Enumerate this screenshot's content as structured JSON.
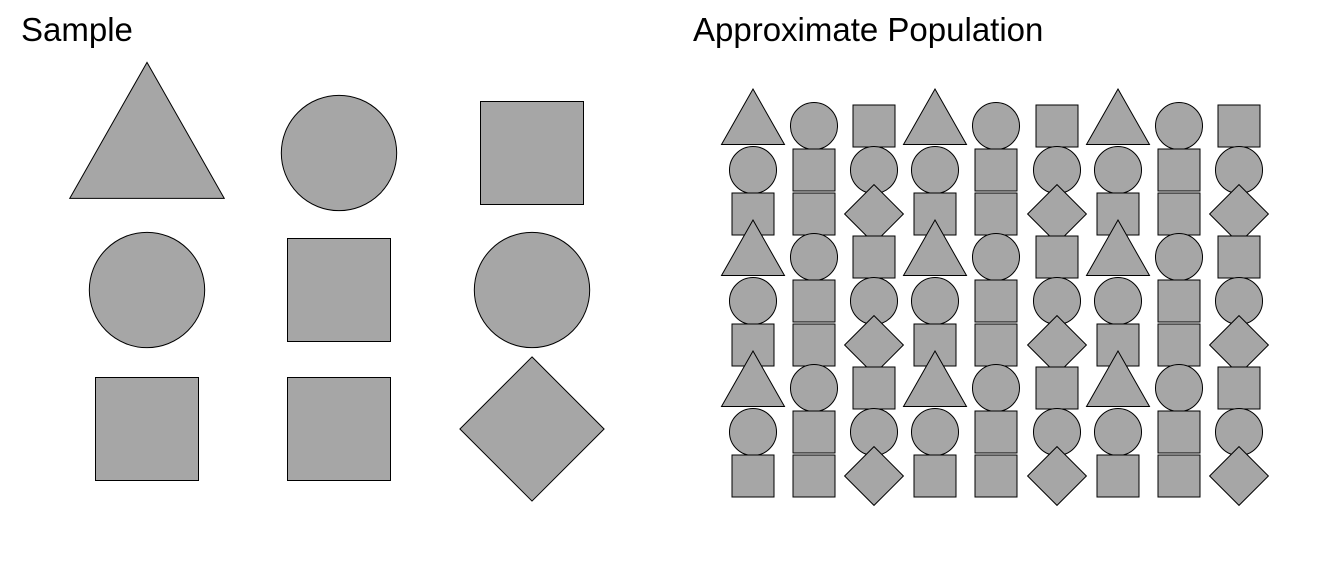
{
  "sample": {
    "title": "Sample",
    "rows": [
      [
        "triangle",
        "circle",
        "square"
      ],
      [
        "circle",
        "square",
        "circle"
      ],
      [
        "square",
        "square",
        "diamond"
      ]
    ]
  },
  "population": {
    "title": "Approximate Population",
    "rows": [
      [
        "triangle",
        "circle",
        "square",
        "triangle",
        "circle",
        "square",
        "triangle",
        "circle",
        "square"
      ],
      [
        "circle",
        "square",
        "circle",
        "circle",
        "square",
        "circle",
        "circle",
        "square",
        "circle"
      ],
      [
        "square",
        "square",
        "diamond",
        "square",
        "square",
        "diamond",
        "square",
        "square",
        "diamond"
      ],
      [
        "triangle",
        "circle",
        "square",
        "triangle",
        "circle",
        "square",
        "triangle",
        "circle",
        "square"
      ],
      [
        "circle",
        "square",
        "circle",
        "circle",
        "square",
        "circle",
        "circle",
        "square",
        "circle"
      ],
      [
        "square",
        "square",
        "diamond",
        "square",
        "square",
        "diamond",
        "square",
        "square",
        "diamond"
      ],
      [
        "triangle",
        "circle",
        "square",
        "triangle",
        "circle",
        "square",
        "triangle",
        "circle",
        "square"
      ],
      [
        "circle",
        "square",
        "circle",
        "circle",
        "square",
        "circle",
        "circle",
        "square",
        "circle"
      ],
      [
        "square",
        "square",
        "diamond",
        "square",
        "square",
        "diamond",
        "square",
        "square",
        "diamond"
      ]
    ]
  },
  "colors": {
    "fill": "#a6a6a6",
    "stroke": "#000000"
  }
}
